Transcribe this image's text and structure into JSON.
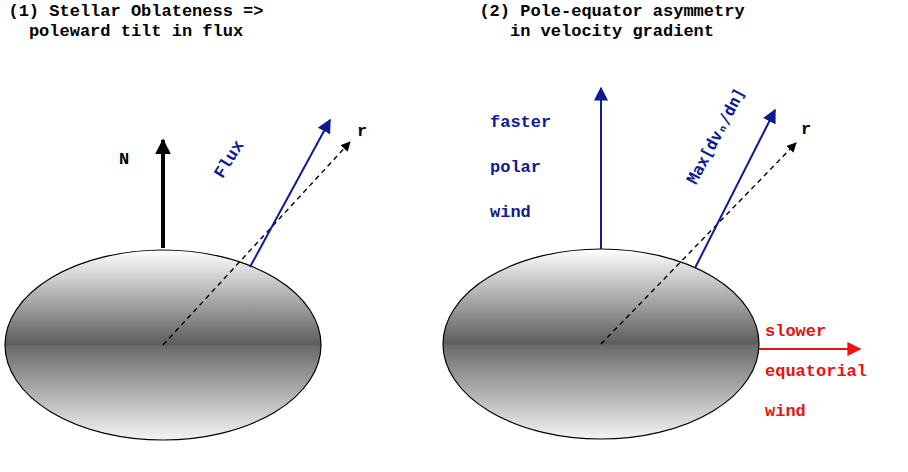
{
  "diagram": {
    "labels": [
      "(1) Stellar Oblateness => poleward tilt in flux",
      "(2) Pole-equator asymmetry in velocity gradient",
      "N",
      "Flux",
      "r",
      "faster polar wind",
      "Max[dvₙ/dn]",
      "r",
      "slower equatorial wind"
    ]
  }
}
